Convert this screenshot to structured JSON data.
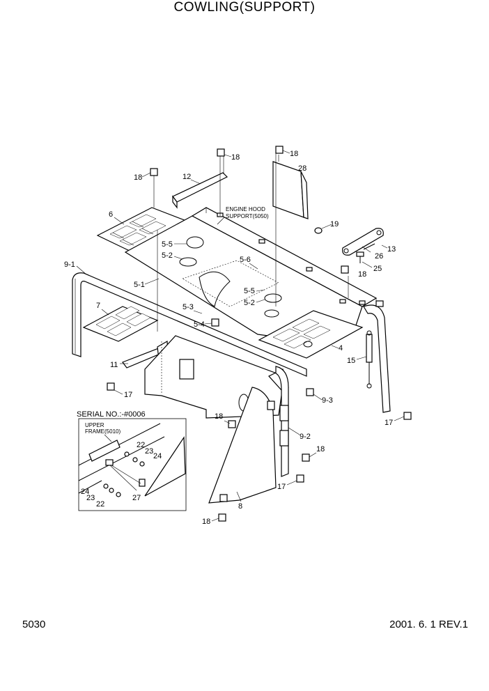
{
  "title": "COWLING(SUPPORT)",
  "page_number": "5030",
  "revision": "2001. 6. 1 REV.1",
  "inset": {
    "serial_label": "SERIAL NO.:-#0006",
    "upper_frame_line1": "UPPER",
    "upper_frame_line2": "FRAME(5010)"
  },
  "notes": {
    "engine_hood_line1": "ENGINE HOOD",
    "engine_hood_line2": "SUPPORT(5050)"
  },
  "callouts": {
    "c18_a": "18",
    "c12": "12",
    "c18_b": "18",
    "c18_c": "18",
    "c28": "28",
    "c6": "6",
    "c19": "19",
    "c5_5a": "5-5",
    "c5_2a": "5-2",
    "c13": "13",
    "c9_1": "9-1",
    "c5_6": "5-6",
    "c26": "26",
    "c25": "25",
    "c18_d": "18",
    "c5_1": "5-1",
    "c5_5b": "5-5",
    "c5_2b": "5-2",
    "c7": "7",
    "c5_3": "5-3",
    "c5_4": "5-4",
    "c4": "4",
    "c15": "15",
    "c11": "11",
    "c17_a": "17",
    "c9_3": "9-3",
    "c17_b": "17",
    "c18_e": "18",
    "c9_2": "9-2",
    "c18_f": "18",
    "c17_c": "17",
    "c8": "8",
    "c18_g": "18",
    "i22a": "22",
    "i23a": "23",
    "i24a": "24",
    "i24b": "24",
    "i23b": "23",
    "i22b": "22",
    "i27": "27"
  }
}
